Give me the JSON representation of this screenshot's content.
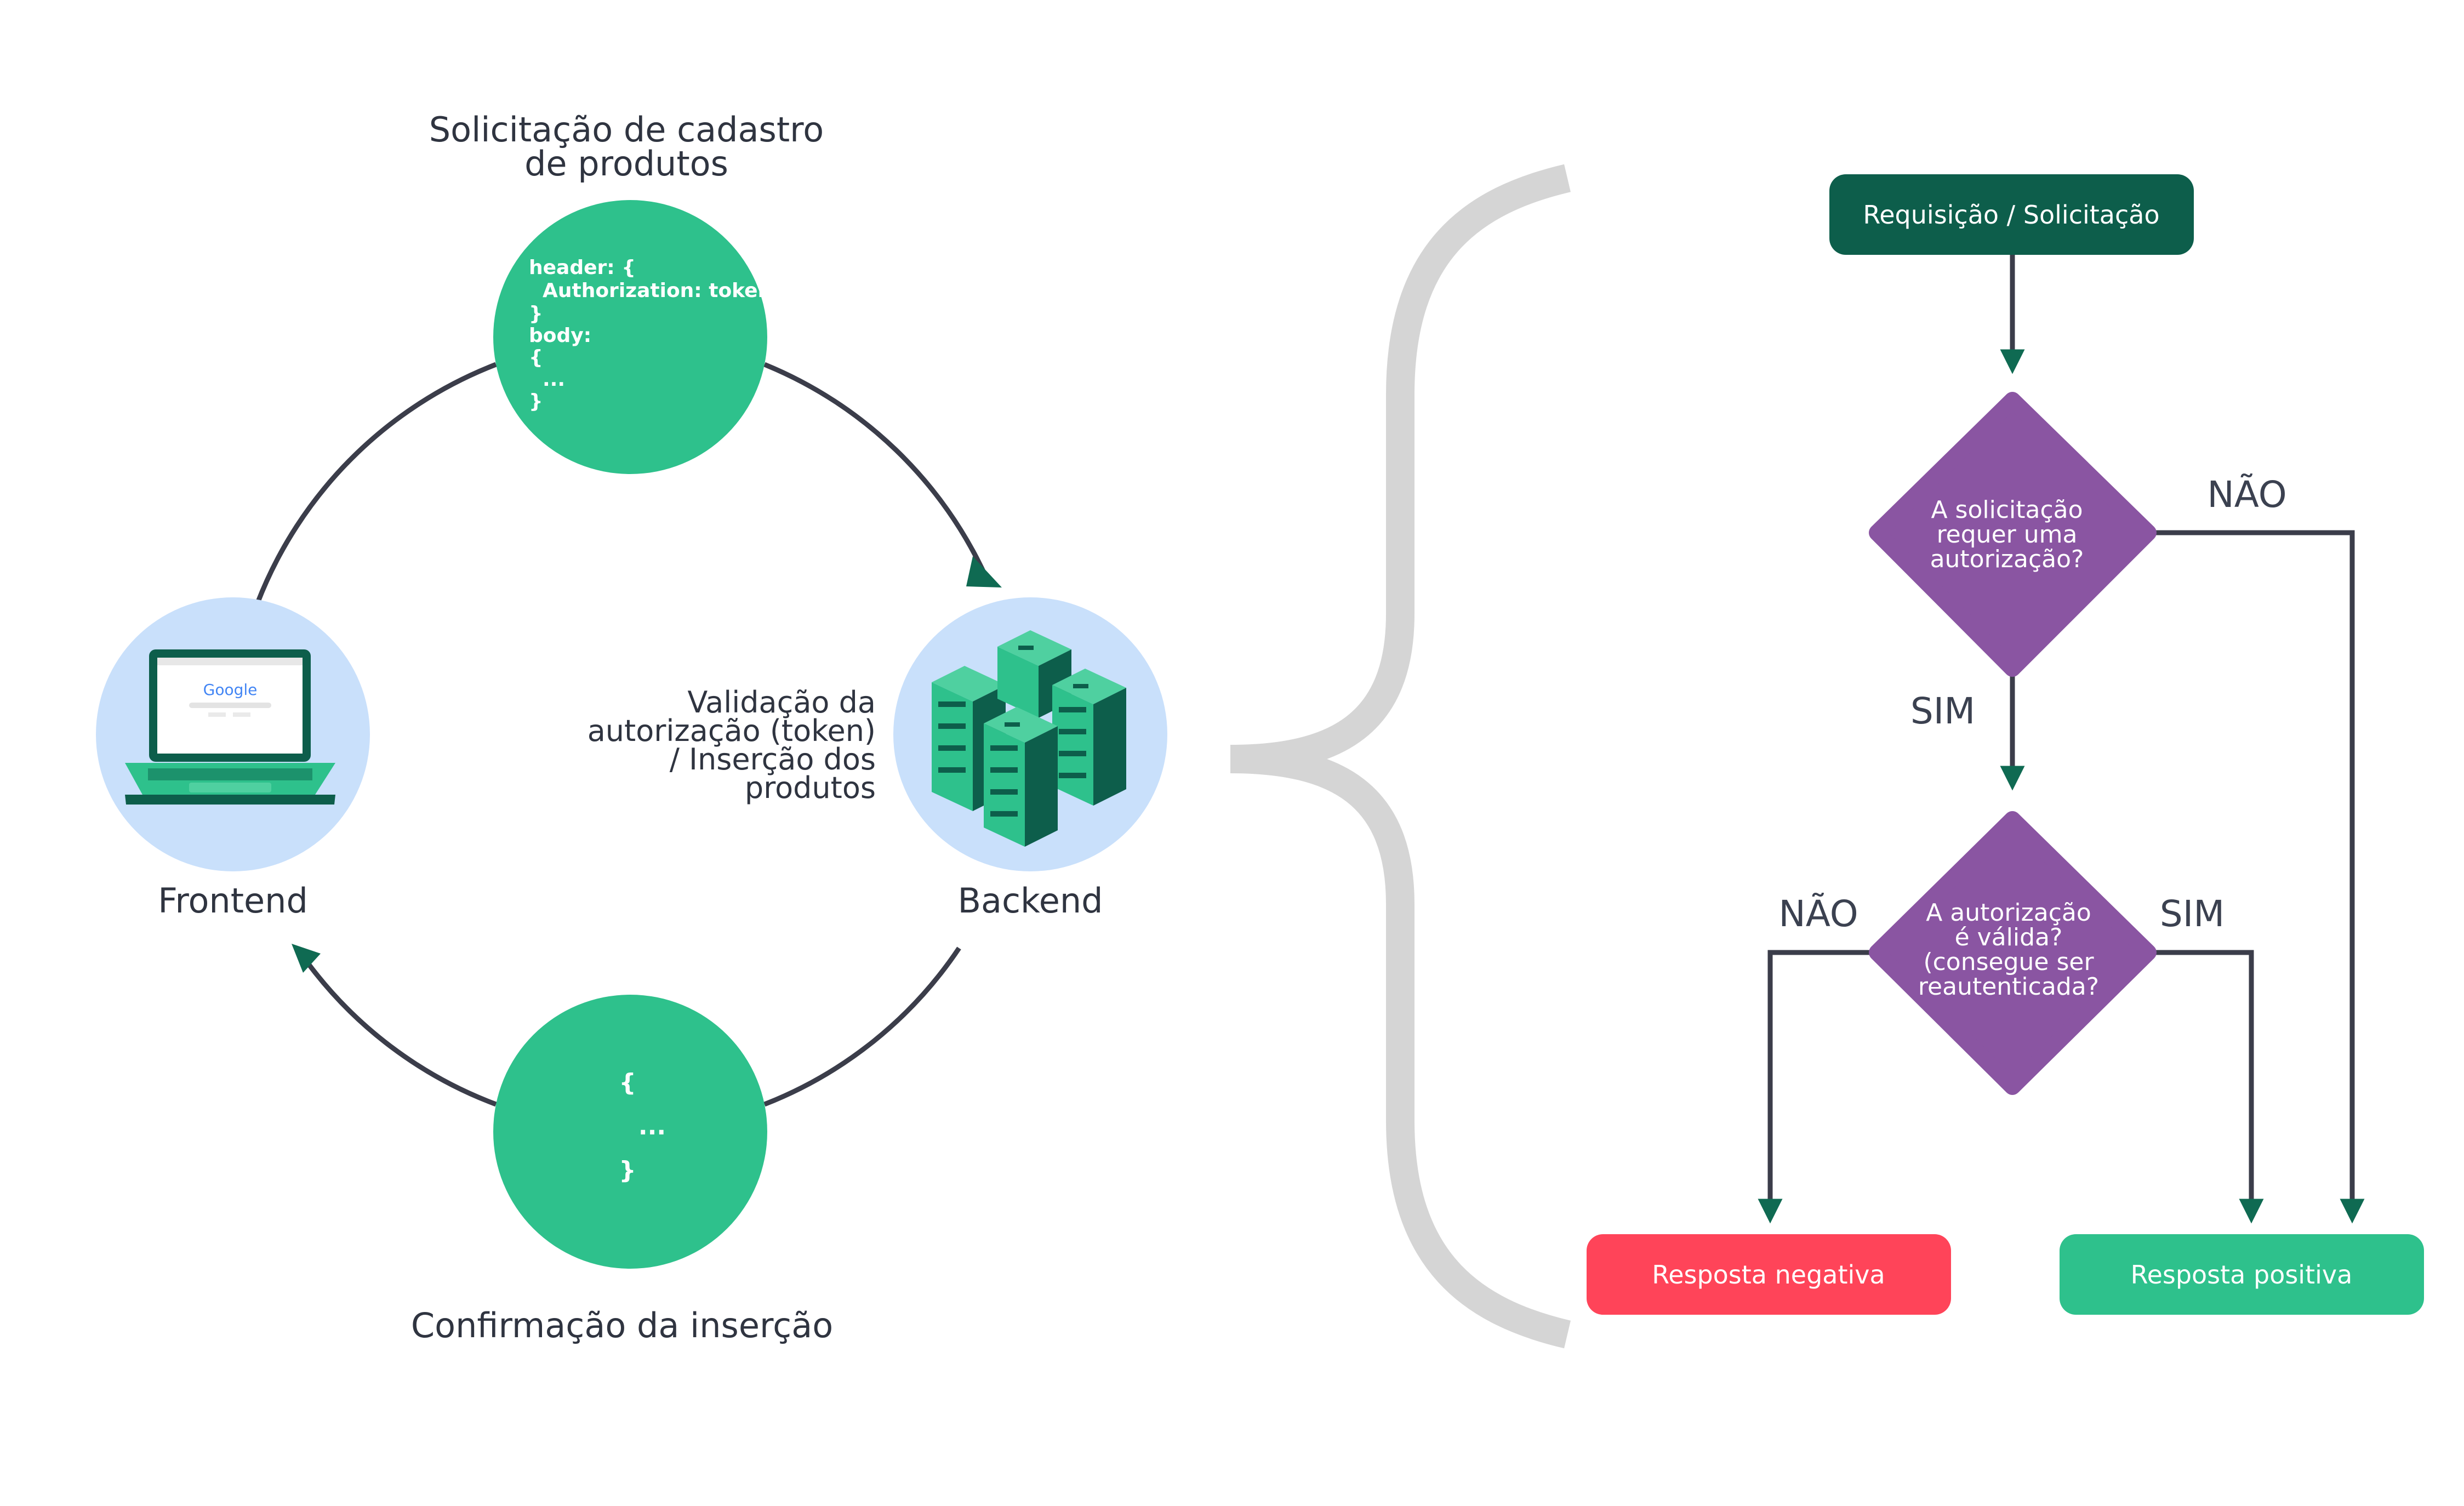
{
  "colors": {
    "green": "#2ec18c",
    "dark_green": "#0d5e4b",
    "purple": "#8a55a2",
    "red": "#ff4459",
    "light_blue": "#c9e0fb",
    "line": "#3b3d4a",
    "brace": "#d5d5d5",
    "arrow_head": "#0f6a52"
  },
  "cycle": {
    "top_label_line1": "Solicitação de cadastro",
    "top_label_line2": "de produtos",
    "request_code": [
      "header: {",
      "  Authorization: token,",
      "}",
      "body:",
      "{",
      "  ...",
      "}"
    ],
    "response_code": [
      "{",
      "...",
      "}"
    ],
    "frontend_label": "Frontend",
    "backend_label": "Backend",
    "backend_desc": [
      "Validação da",
      "autorização (token)",
      "/ Inserção dos",
      "produtos"
    ],
    "bottom_label": "Confirmação da inserção",
    "browser_logo": "Google",
    "laptop_icon": "laptop-icon",
    "server_icon": "server-rack-icon"
  },
  "flow": {
    "start": "Requisição / Solicitação",
    "decision1": [
      "A solicitação",
      "requer uma",
      "autorização?"
    ],
    "decision1_no": "NÃO",
    "decision1_yes": "SIM",
    "decision2": [
      "A autorização",
      "é válida?",
      "(consegue ser",
      "reautenticada?"
    ],
    "decision2_no": "NÃO",
    "decision2_yes": "SIM",
    "negative": "Resposta negativa",
    "positive": "Resposta positiva"
  }
}
